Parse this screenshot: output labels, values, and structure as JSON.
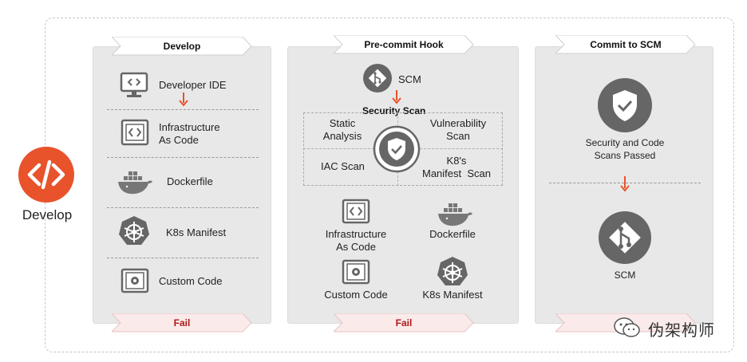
{
  "left": {
    "label": "Develop"
  },
  "columns": [
    {
      "banner": "Develop",
      "fail": "Fail",
      "items": [
        "Developer IDE",
        "Infrastructure\nAs Code",
        "Dockerfile",
        "K8s Manifest",
        "Custom Code"
      ]
    },
    {
      "banner": "Pre-commit Hook",
      "fail": "Fail",
      "scm": "SCM",
      "security_scan": "Security Scan",
      "scans": [
        "Static\nAnalysis",
        "Vulnerability\nScan",
        "IAC Scan",
        "K8's\nManifest  Scan"
      ],
      "items": [
        "Infrastructure\nAs Code",
        "Dockerfile",
        "Custom Code",
        "K8s Manifest"
      ]
    },
    {
      "banner": "Commit to SCM",
      "passed": "Security and Code\nScans Passed",
      "scm": "SCM"
    }
  ],
  "watermark": "伪架构师",
  "colors": {
    "accent": "#e8532b",
    "icon_gray": "#666666",
    "fail_text": "#b01818",
    "fail_bg": "#fbeaea"
  }
}
